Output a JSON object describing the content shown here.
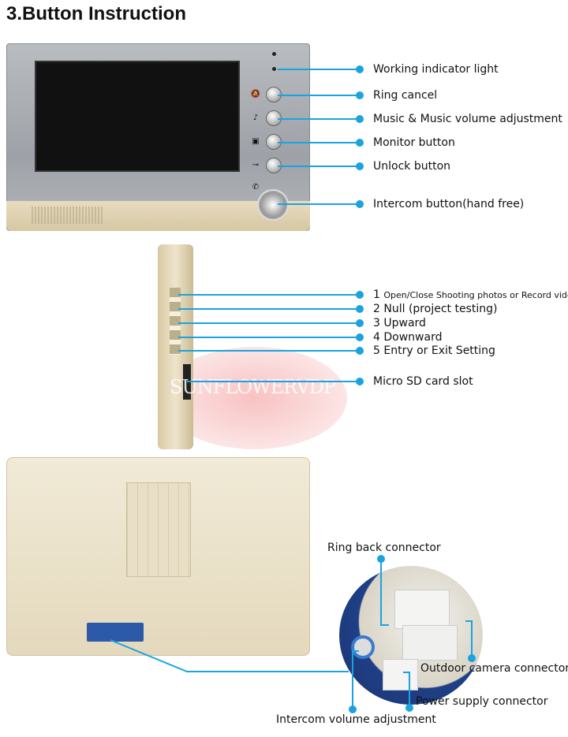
{
  "title": "3.Button Instruction",
  "front_panel": {
    "labels": [
      "Working indicator light",
      "Ring cancel",
      "Music & Music volume adjustment",
      "Monitor button",
      "Unlock button",
      "Intercom button(hand free)"
    ]
  },
  "side_panel": {
    "buttons": [
      {
        "num": "1",
        "text": "Open/Close Shooting photos or Record video"
      },
      {
        "num": "2",
        "text": "Null (project testing)"
      },
      {
        "num": "3",
        "text": "Upward"
      },
      {
        "num": "4",
        "text": "Downward"
      },
      {
        "num": "5",
        "text": "Entry or Exit Setting"
      }
    ],
    "sd_label": "Micro SD card slot",
    "watermark": "SUNFLOWERVDP"
  },
  "back_panel": {
    "labels": {
      "ring_back": "Ring back connector",
      "outdoor": "Outdoor camera connector",
      "power": "Power supply connector",
      "intercom_volume": "Intercom volume adjustment"
    }
  },
  "colors": {
    "callout": "#1aa3df"
  }
}
